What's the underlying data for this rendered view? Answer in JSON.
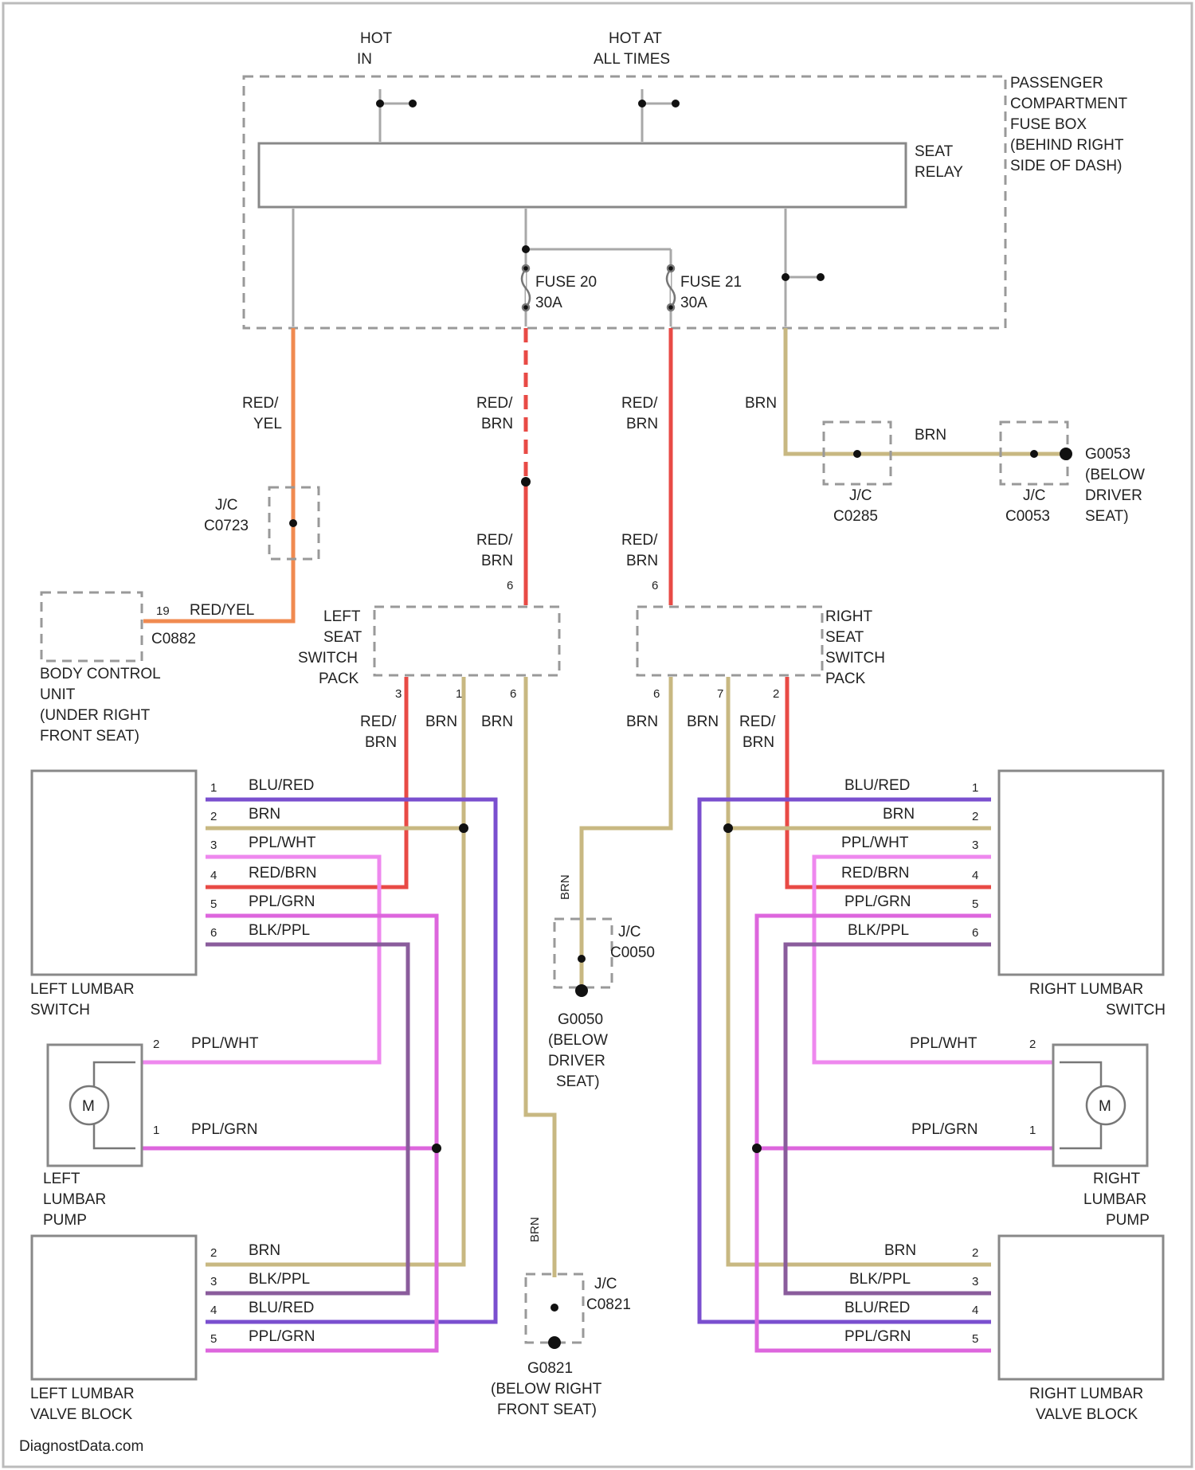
{
  "colors": {
    "wire_gray": "#a8a8a8",
    "wire_red_yel": "#f08a50",
    "wire_red_brn": "#e84a45",
    "wire_brn": "#c8b882",
    "wire_blu_red": "#7a4fcf",
    "wire_ppl_wht": "#ee88ee",
    "wire_ppl_grn": "#dd66dd",
    "wire_blk_ppl": "#8a5c9c"
  },
  "header": {
    "hot_in": [
      "HOT",
      "IN"
    ],
    "hot_all": [
      "HOT AT",
      "ALL TIMES"
    ],
    "fuse_box": [
      "PASSENGER",
      "COMPARTMENT",
      "FUSE BOX",
      "(BEHIND RIGHT",
      "SIDE OF DASH)"
    ],
    "seat_relay": [
      "SEAT",
      "RELAY"
    ],
    "fuse_20": [
      "FUSE 20",
      "30A"
    ],
    "fuse_21": [
      "FUSE 21",
      "30A"
    ]
  },
  "wires": {
    "red_yel": [
      "RED/",
      "YEL"
    ],
    "red_brn": [
      "RED/",
      "BRN"
    ],
    "brn": "BRN",
    "red_yel_inline": "RED/YEL",
    "blu_red": "BLU/RED",
    "ppl_wht": "PPL/WHT",
    "red_brn_inline": "RED/BRN",
    "ppl_grn": "PPL/GRN",
    "blk_ppl": "BLK/PPL"
  },
  "connectors": {
    "jc_c0723": [
      "J/C",
      "C0723"
    ],
    "jc_c0285": [
      "J/C",
      "C0285"
    ],
    "jc_c0053": [
      "J/C",
      "C0053"
    ],
    "g0053": [
      "G0053",
      "(BELOW",
      "DRIVER",
      "SEAT)"
    ],
    "jc_c0050": [
      "J/C",
      "C0050"
    ],
    "g0050": [
      "G0050",
      "(BELOW",
      "DRIVER",
      "SEAT)"
    ],
    "jc_c0821": [
      "J/C",
      "C0821"
    ],
    "g0821": [
      "G0821",
      "(BELOW RIGHT",
      "FRONT SEAT)"
    ],
    "c0882": "C0882"
  },
  "components": {
    "body_control_unit": [
      "BODY CONTROL",
      "UNIT",
      "(UNDER RIGHT",
      "FRONT SEAT)"
    ],
    "left_seat_switch_pack": [
      "LEFT",
      "SEAT",
      "SWITCH",
      "PACK"
    ],
    "right_seat_switch_pack": [
      "RIGHT",
      "SEAT",
      "SWITCH",
      "PACK"
    ],
    "left_lumbar_switch": [
      "LEFT LUMBAR",
      "SWITCH"
    ],
    "right_lumbar_switch": [
      "RIGHT LUMBAR",
      "SWITCH"
    ],
    "left_lumbar_pump": [
      "LEFT",
      "LUMBAR",
      "PUMP"
    ],
    "right_lumbar_pump": [
      "RIGHT",
      "LUMBAR",
      "PUMP"
    ],
    "left_lumbar_valve_block": [
      "LEFT LUMBAR",
      "VALVE BLOCK"
    ],
    "right_lumbar_valve_block": [
      "RIGHT LUMBAR",
      "VALVE BLOCK"
    ],
    "motor_symbol": "M"
  },
  "pins": {
    "bcm_pin": "19",
    "pack_6": "6",
    "pack_3": "3",
    "pack_1": "1",
    "pack_7": "7",
    "pack_2": "2",
    "one": "1",
    "two": "2",
    "three": "3",
    "four": "4",
    "five": "5",
    "six": "6"
  },
  "footer": {
    "watermark": "DiagnostData.com"
  }
}
